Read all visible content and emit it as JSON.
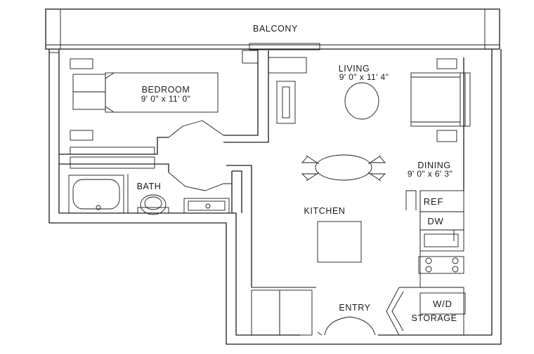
{
  "rooms": {
    "balcony": {
      "name": "BALCONY"
    },
    "living": {
      "name": "LIVING",
      "dimensions": "9' 0\" x 11' 4\""
    },
    "bedroom": {
      "name": "BEDROOM",
      "dimensions": "9' 0\" x 11' 0\""
    },
    "dining": {
      "name": "DINING",
      "dimensions": "9' 0\" x 6' 3\""
    },
    "bath": {
      "name": "BATH"
    },
    "kitchen": {
      "name": "KITCHEN"
    },
    "entry": {
      "name": "ENTRY"
    },
    "storage": {
      "name": "STORAGE"
    }
  },
  "appliances": {
    "refrigerator": "REF",
    "dishwasher": "DW",
    "washer_dryer": "W/D"
  }
}
